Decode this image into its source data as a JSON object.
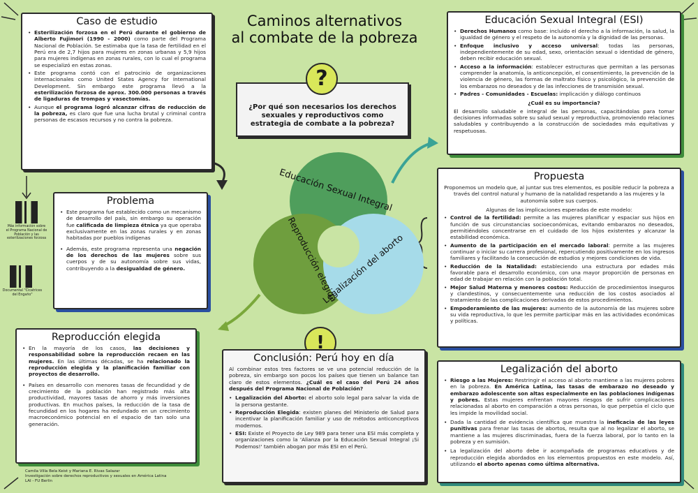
{
  "title": {
    "line1": "Caminos alternativos",
    "line2": "al combate de la pobreza"
  },
  "question": {
    "mark": "?",
    "text": "¿Por qué son necesarios los derechos sexuales y reproductivos como estrategia de combate a la pobreza?"
  },
  "exclamation": "!",
  "cycle": {
    "top": "Educación Sexual Integral",
    "left": "Reproducción elegida",
    "right": "Legalización del aborto"
  },
  "caso": {
    "heading": "Caso de estudio",
    "items": [
      {
        "b1": "Esterilización forzosa en el Perú durante el gobierno de Alberto Fujimori (1990 - 2000)",
        "t1": " como parte del Programa Nacional de Población. Se estimaba que la tasa de fertilidad en el Perú era de 2,7 hijos para mujeres en zonas urbanas y 5,9 hijos para mujeres indígenas en zonas rurales, con lo cual el programa se especializó en estas zonas."
      },
      {
        "t0": "Este programa contó con el patrocinio de organizaciones internacionales como United States Agency for International Development. Sin embargo este programa llevó a la ",
        "b1": "esterilización forzosa de aprox. 300.000 personas a través de ligaduras de trompas y vasectomías.",
        "t1": ""
      },
      {
        "t0": "Aunque ",
        "b1": "el programa logró alcanzar cifras de reducción de la pobreza,",
        "t1": " es claro que fue una lucha brutal y criminal contra personas de escasos recursos y no contra la pobreza."
      }
    ]
  },
  "problema": {
    "heading": "Problema",
    "items": [
      {
        "t0": "Este programa fue establecido como un mecanismo de desarrollo del país, sin embargo su operación fue ",
        "b1": "calificada de limpieza étnica",
        "t1": " ya que operaba exclusivamente en las zonas rurales y en zonas habitadas por pueblos indígenas"
      },
      {
        "t0": "Además, este programa representa una ",
        "b1": "negación de los derechos de las mujeres",
        "t1": " sobre sus cuerpos y de su autonomía sobre sus vidas, contribuyendo a la ",
        "b2": "desigualdad de género.",
        "t2": ""
      }
    ]
  },
  "qr": {
    "cap1": "Más información sobre el Programa Nacional de Población y las esterilizaciones forzosa",
    "cap2": "Documental \"Cicatrices del Engaño\""
  },
  "reproduccion": {
    "heading": "Reproducción elegida",
    "items": [
      {
        "t0": "En la mayoría de los casos, ",
        "b1": "las decisiones y responsabilidad sobre la reproducción recaen en las mujeres.",
        "t1": " En las últimas décadas, se ha ",
        "b2": "relacionado la reproducción elegida y la planificación familiar con proyectos de desarrollo.",
        "t2": ""
      },
      {
        "t0": "Países en desarrollo con menores tasas de fecundidad y de crecimiento de la población han registrado más alta productividad, mayores tasas de ahorro y más inversiones productivas. En muchos países, la reducción de la tasa de fecundidad en los hogares ha redundado en un crecimiento macroeconómico potencial en el espacio de tan solo una generación."
      }
    ]
  },
  "credits": {
    "line1": "Camila Villa Bela Keist y Mariana E. Rivas Salazar",
    "line2": "Investigación sobre derechos reproductivos y sexuales en América Latina",
    "line3": "LAI - FU Berlin"
  },
  "conclusion": {
    "heading": "Conclusión: Perú hoy en día",
    "intro": "Al combinar estos tres factores se ve una potencial reducción de la pobreza, sin embargo son pocos los países que tienen un balance tan claro de estos elementos. ",
    "intro_b": "¿Cuál es el caso del Perú 24 años después del Programa Nacional de Población?",
    "items": [
      {
        "b1": "Legalización del Aborto:",
        "t1": " el aborto solo legal para salvar la vida de la persona gestante."
      },
      {
        "b1": "Reproducción Elegida",
        "t1": ": existen planes del Ministerio de Salud para incentivar la planificación familiar y uso de métodos anticonceptivos modernos."
      },
      {
        "b1": "ESI:",
        "t1": " Existe el Proyecto de Ley 989 para tener una ESI más completa y organizaciones como la 'Alianza por la Educación Sexual Integral ¡Si Podemos!' también abogan por más ESI en el Perú."
      }
    ]
  },
  "esi": {
    "heading": "Educación Sexual Integral (ESI)",
    "items": [
      {
        "b1": "Derechos Humanos",
        "t1": " como base: incluido el derecho a la información, la salud, la igualdad de género y el respeto de la autonomía y la dignidad de las personas."
      },
      {
        "b1": "Enfoque inclusivo y acceso universal",
        "t1": ": todas las personas, independientemente de su edad, sexo, orientación sexual o identidad de género, deben recibir educación sexual."
      },
      {
        "b1": "Acceso a la información",
        "t1": ": establecer estructuras que permitan a las personas comprender la anatomía, la anticoncepción, el consentimiento, la prevención de la violencia de género, las formas de maltrato físico y psicológico, la prevención de los embarazos no deseados y de las infecciones de transmisión sexual."
      },
      {
        "b1": "Padres - Comunidades - Escuelas:",
        "t1": " implicación y diálogo continuos"
      }
    ],
    "q": "¿Cuál es su importancia?",
    "outro": "El desarrollo saludable e integral de las personas, capacitándolas para tomar decisiones informadas sobre su salud sexual y reproductiva, promoviendo relaciones saludables y contribuyendo a la construcción de sociedades más equitativas y respetuosas."
  },
  "propuesta": {
    "heading": "Propuesta",
    "intro": "Proponemos un modelo que, al juntar sus tres elementos, es posible reducir la pobreza a través del control natural y humano de la natalidad respetando a las mujeres y la autonomía sobre sus cuerpos.",
    "intro2": "Algunas de las implicaciones esperadas de este modelo:",
    "items": [
      {
        "b1": "Control de la fertilidad:",
        "t1": " permite a las mujeres planificar y espaciar sus hijos en función de sus circunstancias socioeconómicas, evitando embarazos no deseados, permitiéndoles concentrarse en el cuidado de los hijos existentes y alcanzar la estabilidad económica."
      },
      {
        "b1": "Aumento de la participación en el mercado laboral",
        "t1": ": permite a las mujeres continuar o iniciar su carrera profesional, repercutiendo positivamente en los ingresos familiares y facilitando la consecución de estudios y mejores condiciones de vida."
      },
      {
        "b1": "Reducción de la Natalidad:",
        "t1": " estableciendo una estructura por edades más favorable para el desarrollo económico, con una mayor proporción de personas en edad de trabajar en relación con la población total."
      },
      {
        "b1": "Mejor Salud Materna y menores costos:",
        "t1": " Reducción de procedimientos inseguros y clandestinos, y consecuentemente una reducción de los costos asociados al tratamiento de las complicaciones derivadas de estos procedimientos."
      },
      {
        "b1": "Empoderamiento de las mujeres:",
        "t1": " aumento de la autonomía de las mujeres sobre su vida reproductiva, lo que les permite participar más en las actividades económicas y políticas."
      }
    ]
  },
  "aborto": {
    "heading": "Legalización del aborto",
    "items": [
      {
        "b1": "Riesgo a las Mujeres:",
        "t1": " Restringir el acceso al aborto mantiene a las mujeres pobres en la pobreza. ",
        "b2": "En América Latina, las tasas de embarazo no deseado y embarazo adolescente son altas especialmente en las poblaciones indígenas y pobres.",
        "t2": " Estas mujeres enfrentan mayores riesgos de sufrir complicaciones relacionadas al aborto en comparación a otras personas, lo que perpetúa el ciclo que les impide la movilidad social."
      },
      {
        "t0": "Dada la cantidad de evidencia científica que muestra la ",
        "b1": "ineficacia de las leyes punitivas",
        "t1": " para frenar las tasas de abortos, resulta que al no legalizar el aborto, se mantiene a las mujeres discriminadas, fuera de la fuerza laboral, por lo tanto en la pobreza y en sumisión."
      },
      {
        "t0": "La legalización del aborto debe ir acompañada de programas educativos y de reproducción elegida abordados en los elementos propuestos en este modelo. Así, utilizando ",
        "b1": "el aborto apenas como última alternativa.",
        "t1": ""
      }
    ]
  }
}
